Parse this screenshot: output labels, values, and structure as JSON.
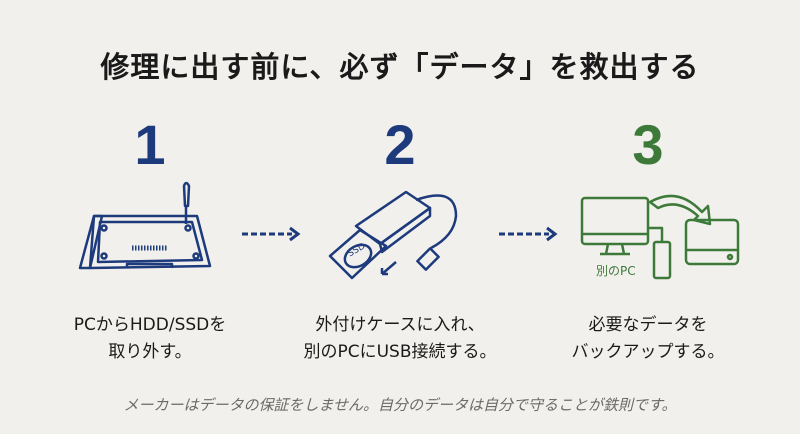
{
  "title": "修理に出す前に、必ず「データ」を救出する",
  "steps": [
    {
      "number": "1",
      "caption_line1": "PCからHDD/SSDを",
      "caption_line2": "取り外す。"
    },
    {
      "number": "2",
      "caption_line1": "外付けケースに入れ、",
      "caption_line2": "別のPCにUSB接続する。",
      "icon_label": "SSD"
    },
    {
      "number": "3",
      "caption_line1": "必要なデータを",
      "caption_line2": "バックアップする。",
      "icon_label": "別のPC"
    }
  ],
  "footer": "メーカーはデータの保証をしません。自分のデータは自分で守ることが鉄則です。",
  "colors": {
    "blue": "#1d3a7c",
    "green": "#3d7a3a",
    "background": "#f2f0ec"
  }
}
